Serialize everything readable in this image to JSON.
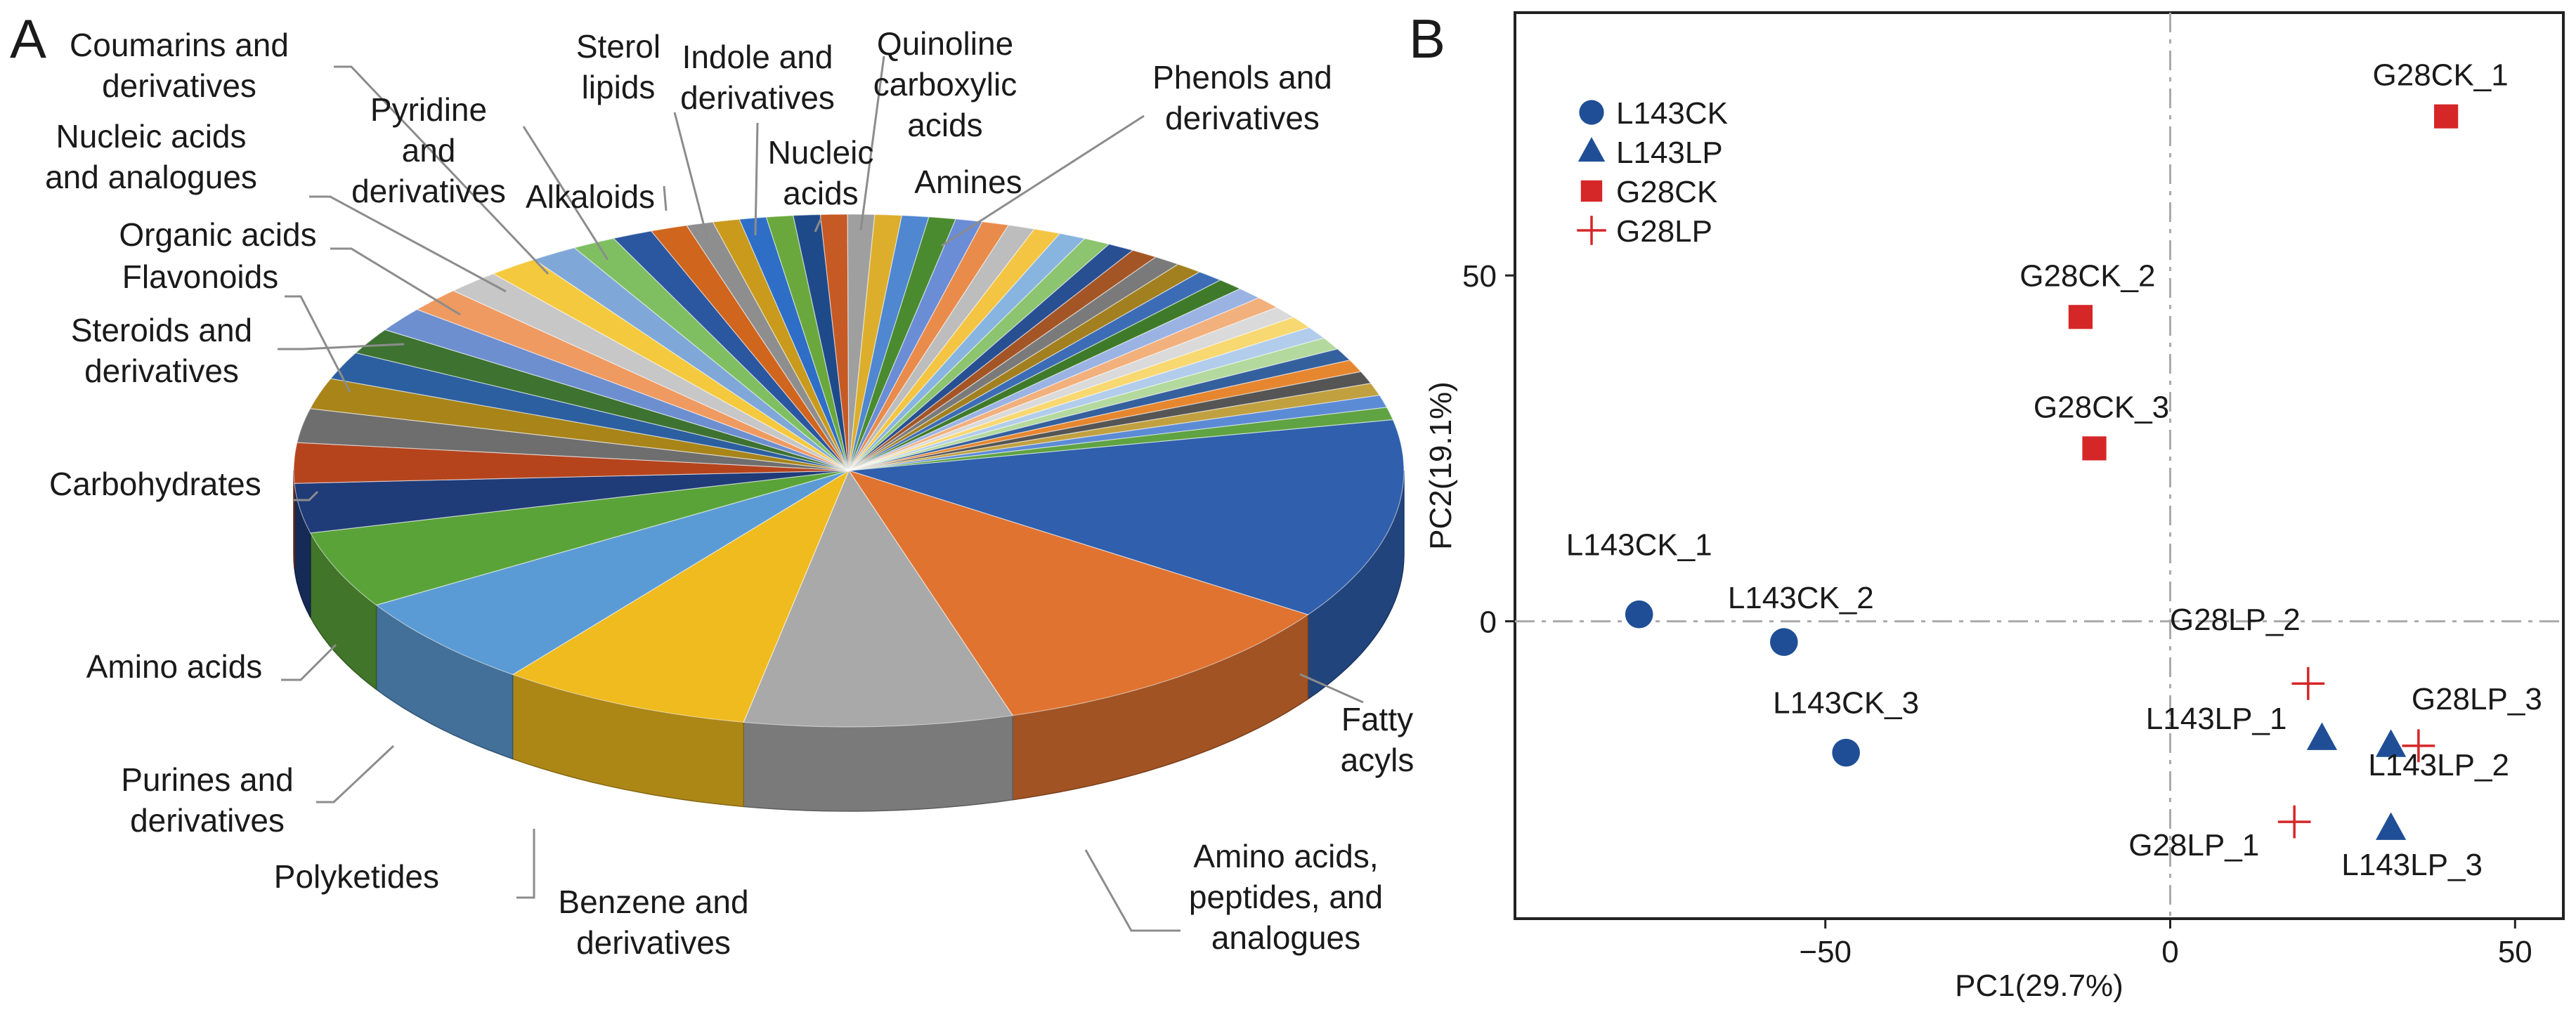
{
  "panels": {
    "a_letter": "A",
    "b_letter": "B"
  },
  "colors": {
    "blue_series": "#1f4e96",
    "red_series": "#d62728",
    "leader": "#8c8c8c",
    "zero_line": "#aaaaaa"
  },
  "chart_data": [
    {
      "type": "pie",
      "style": "3d-exploded-perspective",
      "note_values": "approximate slice shares read from visual angles",
      "slices": [
        {
          "label": "Fatty acyls",
          "value": 13.0,
          "color": "#2f5fad"
        },
        {
          "label": "Amino acids, peptides, and analogues",
          "value": 11.0,
          "color": "#e07330"
        },
        {
          "label": "Benzene and derivatives",
          "value": 8.0,
          "color": "#a9a9a9"
        },
        {
          "label": "Polyketides",
          "value": 7.5,
          "color": "#f0bb1e"
        },
        {
          "label": "Purines and derivatives",
          "value": 6.0,
          "color": "#5b9bd5"
        },
        {
          "label": "Amino acids",
          "value": 5.0,
          "color": "#5aa339"
        },
        {
          "label": "Carbohydrates",
          "value": 3.2,
          "color": "#1f3b78"
        },
        {
          "label": "Steroids and derivatives",
          "value": 2.6,
          "color": "#b5441d"
        },
        {
          "label": "Flavonoids",
          "value": 2.2,
          "color": "#6e6e6e"
        },
        {
          "label": "Organic acids",
          "value": 2.0,
          "color": "#a88419"
        },
        {
          "label": "Nucleic acids and analogues",
          "value": 1.8,
          "color": "#2c5fa0"
        },
        {
          "label": "Coumarins and derivatives",
          "value": 1.7,
          "color": "#3d7231"
        },
        {
          "label": "Pyridine and derivatives",
          "value": 1.6,
          "color": "#6d8fd0"
        },
        {
          "label": "Alkaloids",
          "value": 1.6,
          "color": "#ef9a61"
        },
        {
          "label": "Sterol lipids",
          "value": 1.6,
          "color": "#c7c7c7"
        },
        {
          "label": "Indole and derivatives",
          "value": 1.5,
          "color": "#f5c93d"
        },
        {
          "label": "Nucleic acids",
          "value": 1.4,
          "color": "#7fa8d8"
        },
        {
          "label": "Quinoline carboxylic acids",
          "value": 1.3,
          "color": "#7fbf62"
        },
        {
          "label": "Amines",
          "value": 1.2,
          "color": "#2b56a0"
        },
        {
          "label": "Phenols and derivatives",
          "value": 1.1,
          "color": "#d0651e"
        },
        {
          "label": "",
          "value": 27.2,
          "color": "#999999",
          "other_palette": [
            "#8e8e8e",
            "#c99a1c",
            "#2e6ec7",
            "#6aa83e",
            "#1e4a8a",
            "#c65a24",
            "#9f9f9f",
            "#dcae2c",
            "#4f87d0",
            "#4b8b30",
            "#6b8dd6",
            "#e98b4b",
            "#bdbdbd",
            "#f4c542",
            "#88b4e0",
            "#8cc46f",
            "#284f92",
            "#a45526",
            "#7a7a7a",
            "#a3801f",
            "#3c6cb5",
            "#3f7a2a",
            "#9bb3e3",
            "#f2b07c",
            "#dadada",
            "#f8d870",
            "#b2cdeb",
            "#b4d99e",
            "#35609e",
            "#e6862f",
            "#555555",
            "#c1a040",
            "#5c8bd6",
            "#5fa342"
          ]
        }
      ]
    },
    {
      "type": "scatter",
      "xlabel": "PC1(29.7%)",
      "ylabel": "PC2(19.1%)",
      "xlim": [
        -95,
        57
      ],
      "ylim": [
        -43,
        88
      ],
      "xticks": [
        -50,
        0,
        50
      ],
      "yticks": [
        0,
        50
      ],
      "xtick_labels": [
        "−50",
        "0",
        "50"
      ],
      "ytick_labels": [
        "0",
        "50"
      ],
      "grid": false,
      "zero_lines": true,
      "legend_position": "top-left",
      "series": [
        {
          "name": "L143CK",
          "marker": "circle",
          "color": "#1f4e96",
          "points": [
            {
              "x": -77,
              "y": 1,
              "label": "L143CK_1"
            },
            {
              "x": -56,
              "y": -3,
              "label": "L143CK_2"
            },
            {
              "x": -47,
              "y": -19,
              "label": "L143CK_3"
            }
          ]
        },
        {
          "name": "L143LP",
          "marker": "triangle",
          "color": "#1f4e96",
          "points": [
            {
              "x": 22,
              "y": -17,
              "label": "L143LP_1"
            },
            {
              "x": 32,
              "y": -18,
              "label": "L143LP_2"
            },
            {
              "x": 32,
              "y": -30,
              "label": "L143LP_3"
            }
          ]
        },
        {
          "name": "G28CK",
          "marker": "square",
          "color": "#d62728",
          "points": [
            {
              "x": 40,
              "y": 73,
              "label": "G28CK_1"
            },
            {
              "x": -13,
              "y": 44,
              "label": "G28CK_2"
            },
            {
              "x": -11,
              "y": 25,
              "label": "G28CK_3"
            }
          ]
        },
        {
          "name": "G28LP",
          "marker": "plus",
          "color": "#d62728",
          "points": [
            {
              "x": 20,
              "y": -9,
              "label": "G28LP_2"
            },
            {
              "x": 36,
              "y": -18,
              "label": "G28LP_3"
            },
            {
              "x": 18,
              "y": -29,
              "label": "G28LP_1"
            }
          ]
        }
      ]
    }
  ]
}
